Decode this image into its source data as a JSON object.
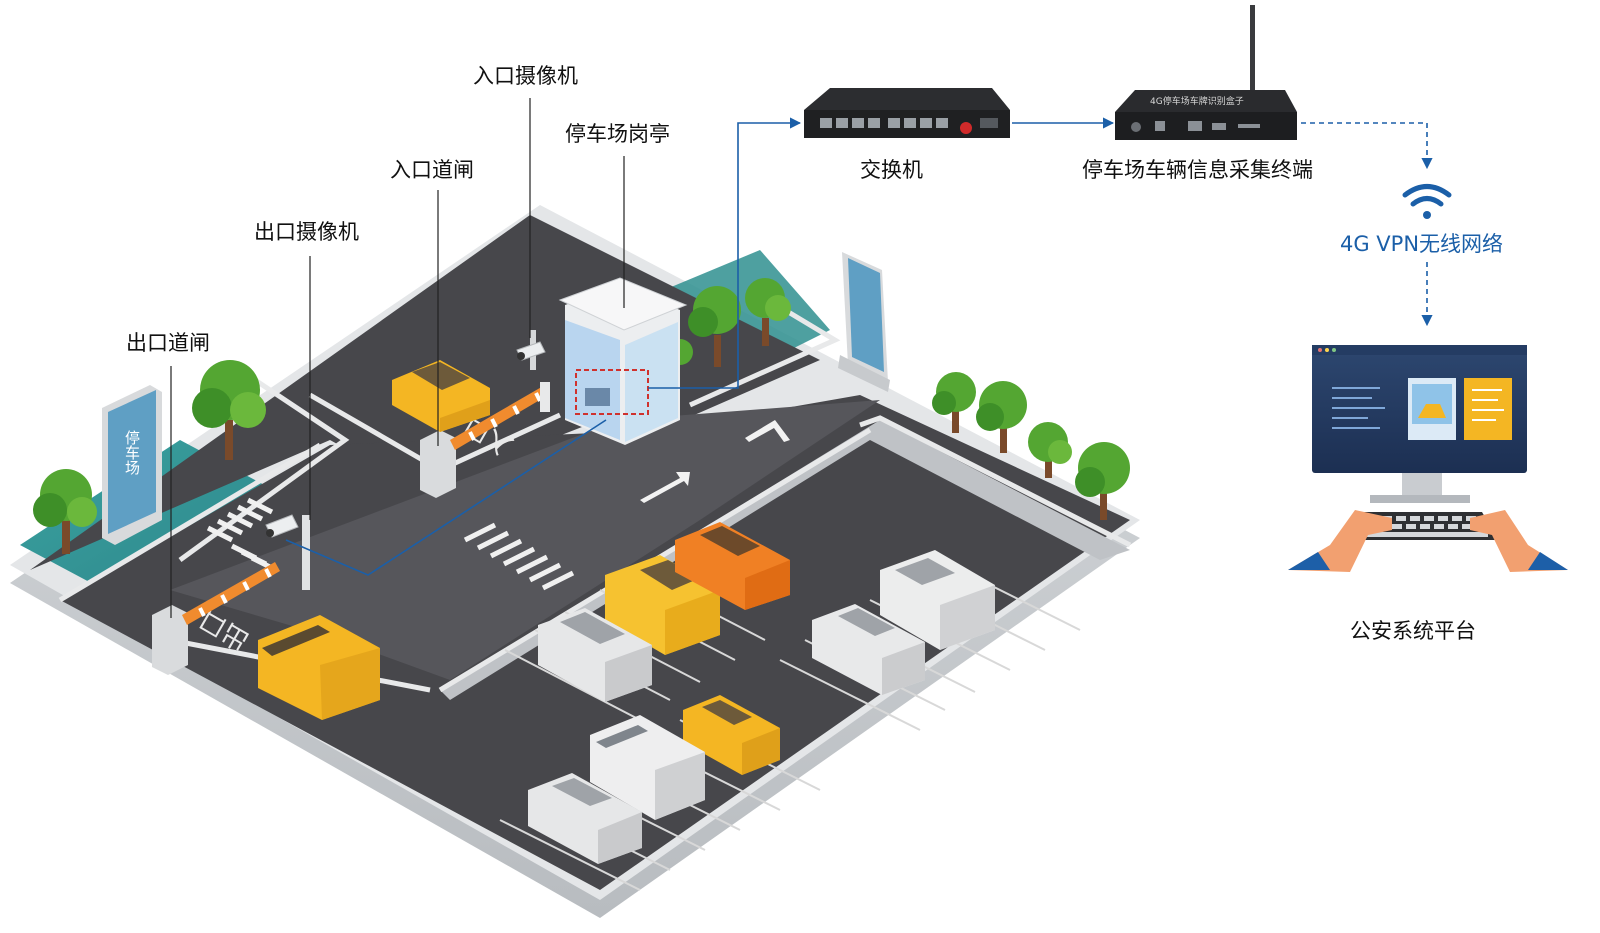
{
  "labels": {
    "entry_camera": "入口摄像机",
    "booth": "停车场岗亭",
    "entry_gate": "入口道闸",
    "exit_camera": "出口摄像机",
    "exit_gate": "出口道闸",
    "switch": "交换机",
    "terminal": "停车场车辆信息采集终端",
    "network": "4G VPN无线网络",
    "platform": "公安系统平台"
  },
  "markings": {
    "entry_ground": "入口",
    "exit_ground": "出口",
    "sign": "停车场"
  },
  "device_text": {
    "terminal_top": "4G停车场车牌识别盒子"
  },
  "colors": {
    "link_line": "#1b5fa8",
    "road": "#47474b",
    "green_strip": "#2f8f8f",
    "taxi_yellow": "#f4b623"
  },
  "icons": [
    "wifi-icon",
    "monitor-icon",
    "keyboard-icon",
    "tree-icon",
    "camera-icon",
    "barrier-gate-icon"
  ]
}
